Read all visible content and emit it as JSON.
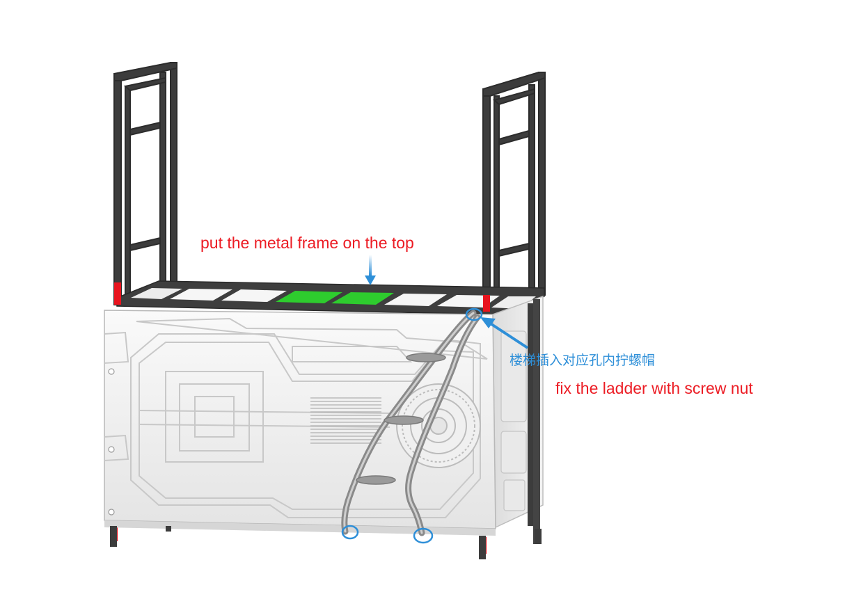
{
  "annotations": {
    "top_instruction": "put the metal frame on the top",
    "ladder_instruction_cn": "楼梯插入对应孔内拧螺帽",
    "ladder_instruction_en": "fix the ladder with screw nut"
  },
  "colors": {
    "frame": "#3c3c3c",
    "frame_highlight": "#5a5a5a",
    "body": "#f2f2f2",
    "body_line": "#bdbdbd",
    "red_marker": "#e8141e",
    "green_panel": "#2ecc2e",
    "annotation_blue": "#2e8fd8",
    "annotation_red": "#ec1c24"
  },
  "icons": [
    "arrow-down-icon",
    "arrow-pointer-icon",
    "highlight-circle-icon"
  ]
}
